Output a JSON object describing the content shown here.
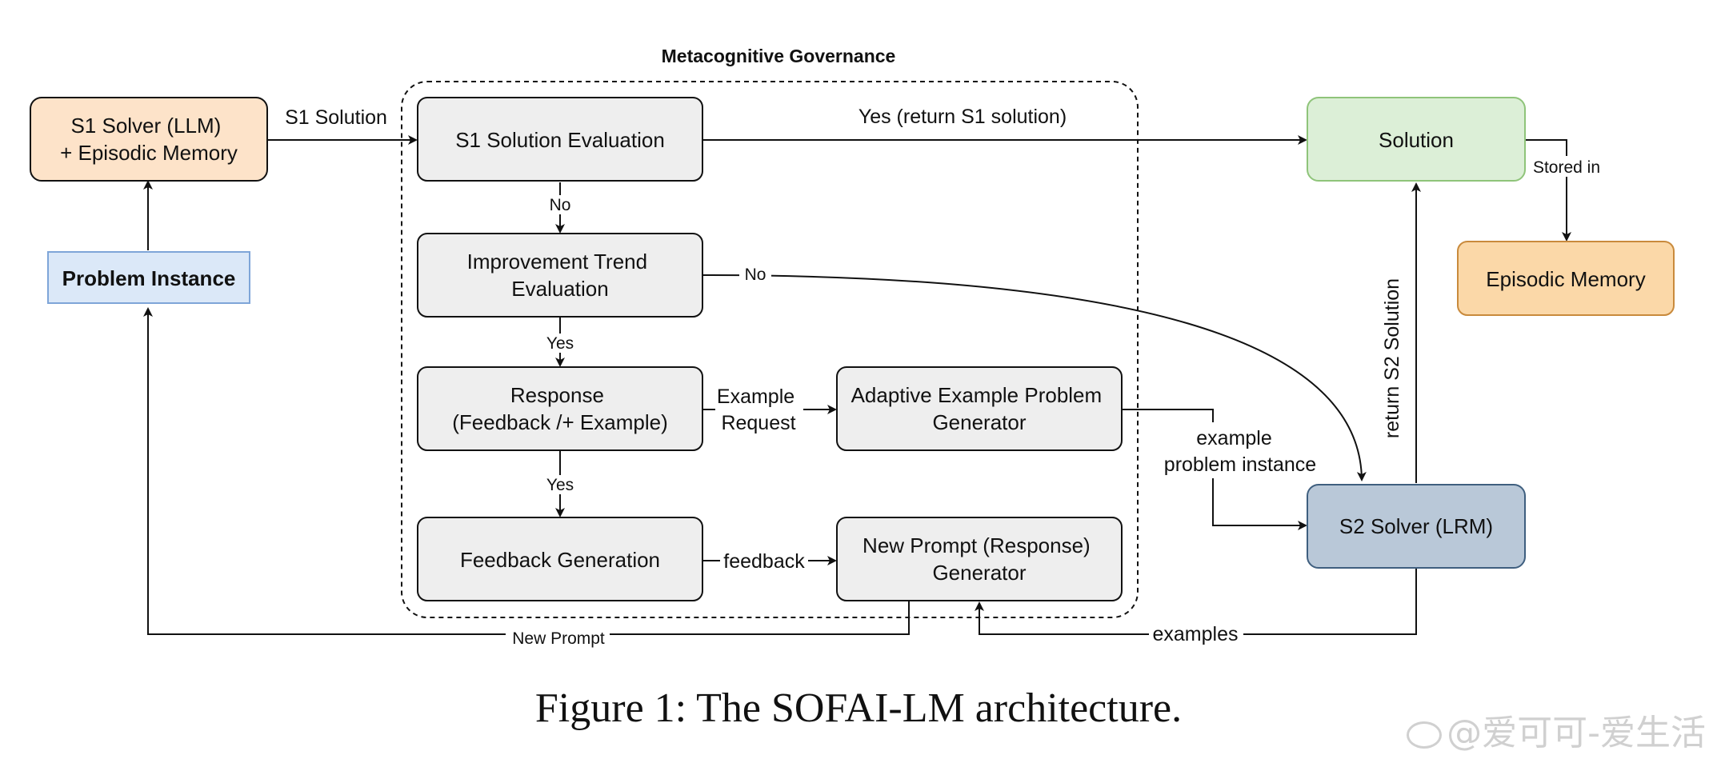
{
  "diagram": {
    "group_title": "Metacognitive Governance",
    "nodes": {
      "s1_solver": [
        "S1 Solver (LLM)",
        "+ Episodic Memory"
      ],
      "problem_instance": "Problem Instance",
      "s1_eval": "S1 Solution Evaluation",
      "trend_eval": [
        "Improvement Trend",
        "Evaluation"
      ],
      "response": [
        "Response",
        "(Feedback /+ Example)"
      ],
      "adaptive_gen": [
        "Adaptive Example Problem",
        "Generator"
      ],
      "feedback_gen": "Feedback Generation",
      "new_prompt_gen": [
        "New Prompt (Response)",
        "Generator"
      ],
      "solution": "Solution",
      "episodic_memory": "Episodic Memory",
      "s2_solver": "S2 Solver (LRM)"
    },
    "edges": {
      "s1_solution": "S1 Solution",
      "yes_return": "Yes (return S1 solution)",
      "no_1": "No",
      "no_2": "No",
      "yes_1": "Yes",
      "yes_2": "Yes",
      "example_request": [
        "Example",
        "Request"
      ],
      "feedback": "feedback",
      "example_problem_instance": [
        "example",
        "problem instance"
      ],
      "return_s2": "return S2 Solution",
      "stored_in": "Stored in",
      "new_prompt": "New Prompt",
      "examples": "examples"
    },
    "colors": {
      "s1_solver_fill": "#fde3c9",
      "problem_instance_fill": "#dbe8f8",
      "problem_instance_stroke": "#7ea5d8",
      "gray_fill": "#eeeeee",
      "solution_fill": "#dcefd7",
      "solution_stroke": "#8fc47a",
      "episodic_fill": "#fbd8a8",
      "episodic_stroke": "#c98a3c",
      "s2_fill": "#b9c8d8",
      "s2_stroke": "#3f5f7f"
    }
  },
  "caption": "Figure 1: The SOFAI-LM architecture.",
  "watermark": "@爱可可-爱生活"
}
